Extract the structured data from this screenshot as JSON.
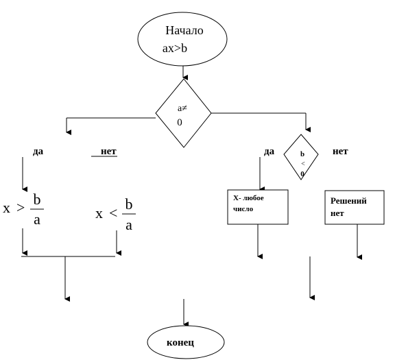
{
  "start": {
    "line1": "Начало",
    "line2": "ax>b"
  },
  "decision_a": {
    "line1": "a≠",
    "line2": "0"
  },
  "left_branch": {
    "yes_label": "да",
    "no_label": "нет",
    "result_yes": {
      "var": "x",
      "op": ">",
      "num": "b",
      "den": "a"
    },
    "result_no": {
      "var": "x",
      "op": "<",
      "num": "b",
      "den": "a"
    }
  },
  "right_branch": {
    "decision_b": {
      "line1": "b",
      "line2": "<",
      "line3": "0"
    },
    "yes_label": "да",
    "no_label": "нет",
    "box_yes": {
      "line1": "X- любое",
      "line2": "число"
    },
    "box_no": {
      "line1": "Решений",
      "line2": "нет"
    }
  },
  "end": {
    "label": "конец"
  }
}
